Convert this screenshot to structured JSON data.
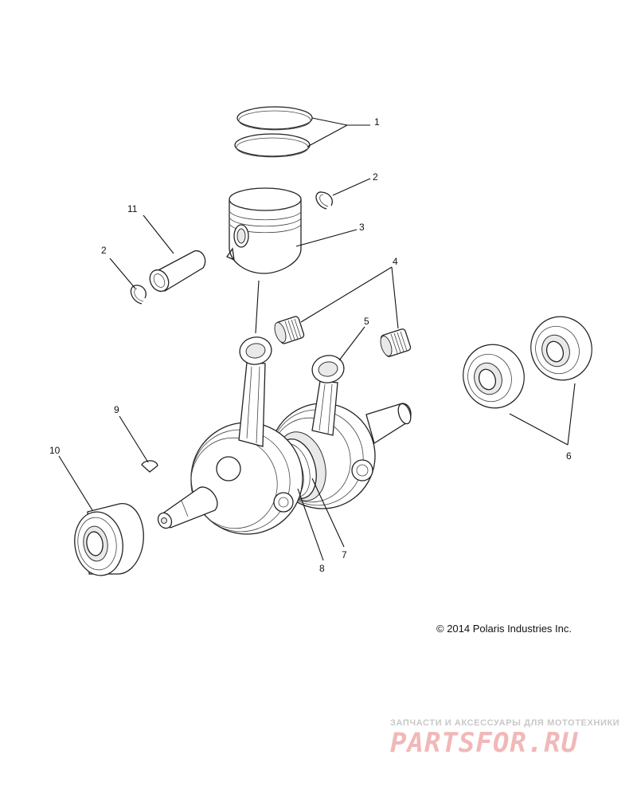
{
  "callouts": [
    {
      "id": "c1",
      "label": "1"
    },
    {
      "id": "c2a",
      "label": "2"
    },
    {
      "id": "c2b",
      "label": "2"
    },
    {
      "id": "c3",
      "label": "3"
    },
    {
      "id": "c4",
      "label": "4"
    },
    {
      "id": "c5",
      "label": "5"
    },
    {
      "id": "c6",
      "label": "6"
    },
    {
      "id": "c7",
      "label": "7"
    },
    {
      "id": "c8",
      "label": "8"
    },
    {
      "id": "c9",
      "label": "9"
    },
    {
      "id": "c10",
      "label": "10"
    },
    {
      "id": "c11",
      "label": "11"
    }
  ],
  "copyright": "© 2014 Polaris Industries Inc.",
  "watermark": {
    "tagline": "ЗАПЧАСТИ И АКСЕССУАРЫ ДЛЯ МОТОТЕХНИКИ",
    "logo": "PARTSFOR.RU"
  }
}
